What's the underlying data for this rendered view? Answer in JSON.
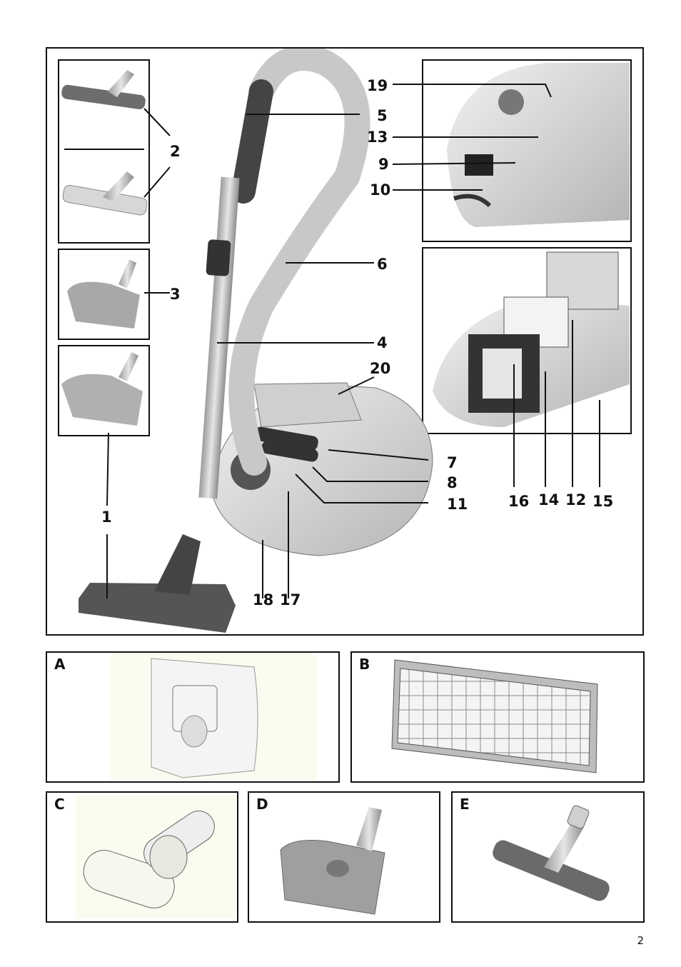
{
  "main_figure": {
    "callouts": [
      "1",
      "2",
      "3",
      "4",
      "5",
      "6",
      "7",
      "8",
      "9",
      "10",
      "11",
      "12",
      "13",
      "14",
      "15",
      "16",
      "17",
      "18",
      "19",
      "20"
    ]
  },
  "detail_panels": [
    {
      "letter": "A",
      "depicts": "dust-bag"
    },
    {
      "letter": "B",
      "depicts": "filter-cassette"
    },
    {
      "letter": "C",
      "depicts": "mini-turbo-brush"
    },
    {
      "letter": "D",
      "depicts": "turbo-brush"
    },
    {
      "letter": "E",
      "depicts": "parquet-nozzle"
    }
  ],
  "page_number": "2"
}
